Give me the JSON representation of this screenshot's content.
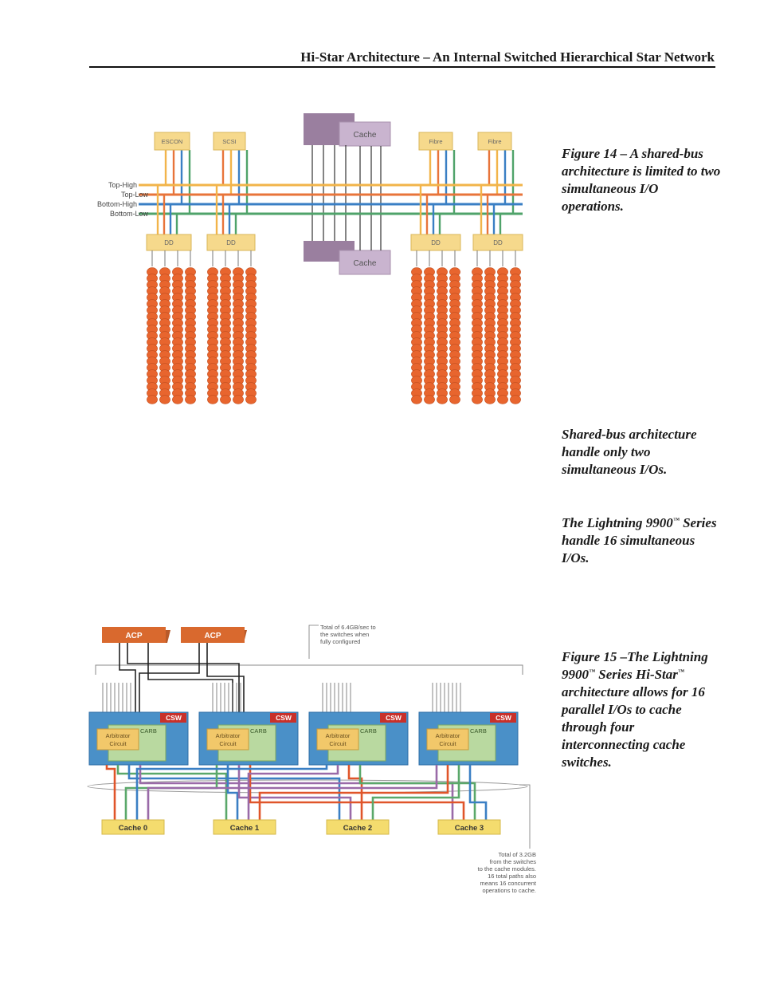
{
  "header": {
    "running_title": "Hi-Star Architecture – An Internal Switched Hierarchical Star Network"
  },
  "figure14": {
    "caption": "Figure 14 – A shared-bus architecture is limited to two simultaneous I/O operations.",
    "host_adapters": [
      "ESCON",
      "SCSI",
      "Fibre",
      "Fibre"
    ],
    "cache_label": "Cache",
    "bus_labels": [
      "Top-High",
      "Top-Low",
      "Bottom-High",
      "Bottom-Low"
    ],
    "disk_adapter_label": "DD",
    "colors": {
      "top_high": "#f2b44a",
      "top_low": "#e8743a",
      "bottom_high": "#3a7fc4",
      "bottom_low": "#4fa36a",
      "disk": "#e8652e",
      "cache_box": "#c9b4cf",
      "cache_dark": "#9a7f9f",
      "adapter": "#f6d98c"
    }
  },
  "notes": {
    "shared_bus": "Shared-bus architecture handle only two simultaneous I/Os.",
    "lightning_part1": "The Lightning 9900",
    "lightning_tm": "™",
    "lightning_part2": " Series handle 16 simultaneous I/Os."
  },
  "figure15": {
    "caption_part1": "Figure 15 –The Lightning 9900",
    "caption_tm1": "™",
    "caption_part2": " Series Hi-Star",
    "caption_tm2": "™",
    "caption_part3": " architecture allows for 16 parallel I/Os to cache through four interconnecting cache switches.",
    "acp_label": "ACP",
    "csw_label": "CSW",
    "carb_label": "CARB",
    "arbitrator_line1": "Arbitrator",
    "arbitrator_line2": "Circuit",
    "caches": [
      "Cache 0",
      "Cache 1",
      "Cache 2",
      "Cache 3"
    ],
    "annotation_top": [
      "Total of 6.4GB/sec to",
      "the switches when",
      "fully configured"
    ],
    "annotation_bottom": [
      "Total of 3.2GB",
      "from the switches",
      "to the cache modules.",
      "16 total paths also",
      "means 16 concurrent",
      "operations to cache."
    ],
    "colors": {
      "csw_blue": "#4a90c8",
      "carb_green": "#b9d9a0",
      "acp_orange": "#d9692e",
      "cache_yellow": "#f4dc6e"
    }
  }
}
